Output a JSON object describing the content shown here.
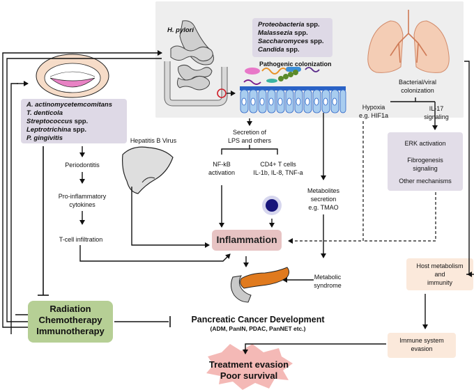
{
  "gut": {
    "title": "H. pylori",
    "species": [
      "Proteobacteria",
      "Malassezia",
      "Saccharomyces",
      "Candida"
    ],
    "species_suffix": "spp.",
    "colonization": "Pathogenic colonization",
    "secretion": [
      "Secretion of",
      "LPS and others"
    ],
    "nfkb": [
      "NF-kB",
      "activation"
    ],
    "tcells": [
      "CD4+ T cells",
      "IL-1b, IL-8, TNF-a"
    ],
    "metabolites": [
      "Metabolites",
      "secretion",
      "e.g. TMAO"
    ],
    "metabolic_syndrome": [
      "Metabolic",
      "syndrome"
    ]
  },
  "oral": {
    "species": [
      {
        "name": "A. actinomycetemcomitans",
        "suffix": ""
      },
      {
        "name": "T. denticola",
        "suffix": ""
      },
      {
        "name": "Streptococcus",
        "suffix": "spp."
      },
      {
        "name": "Leptrotrichina",
        "suffix": "spp."
      },
      {
        "name": "P. gingivitis",
        "suffix": ""
      }
    ],
    "steps": [
      "Periodontitis",
      "Pro-inflammatory",
      "cytokines",
      "T-cell infiltration"
    ]
  },
  "liver": {
    "label": "Hepatitis B Virus"
  },
  "lung": {
    "colonization": [
      "Bacterial/viral",
      "colonization"
    ],
    "hypoxia": [
      "Hypoxia",
      "e.g. HIF1a"
    ],
    "il17": [
      "IL-17",
      "signaling"
    ],
    "mechanisms": [
      "ERK activation",
      "Fibrogenesis",
      "signaling",
      "Other mechanisms"
    ]
  },
  "host": {
    "metabolism": [
      "Host metabolism",
      "and",
      "immunity"
    ],
    "evasion": [
      "Immune system",
      "evasion"
    ]
  },
  "center": {
    "inflammation": "Inflammation",
    "pcd_title": "Pancreatic Cancer Development",
    "pcd_sub": "(ADM, PanIN, PDAC, PanNET etc.)",
    "treatment": [
      "Radiation",
      "Chemotherapy",
      "Immunotherapy"
    ],
    "outcome": [
      "Treatment evasion",
      "Poor survival"
    ]
  },
  "colors": {
    "gut_panel": "#eeeeee",
    "species_box": "#ded9e6",
    "inflammation_box": "#e7c3c3",
    "treatment_box": "#b6cf95",
    "lung_box": "#e2dde8",
    "host_box": "#fbe9db",
    "burst": "#f4b9b6",
    "pancreas": "#e07a1e",
    "lung": "#f4cdb5",
    "villi": "#a9cdef",
    "tcell": "#17157a"
  }
}
